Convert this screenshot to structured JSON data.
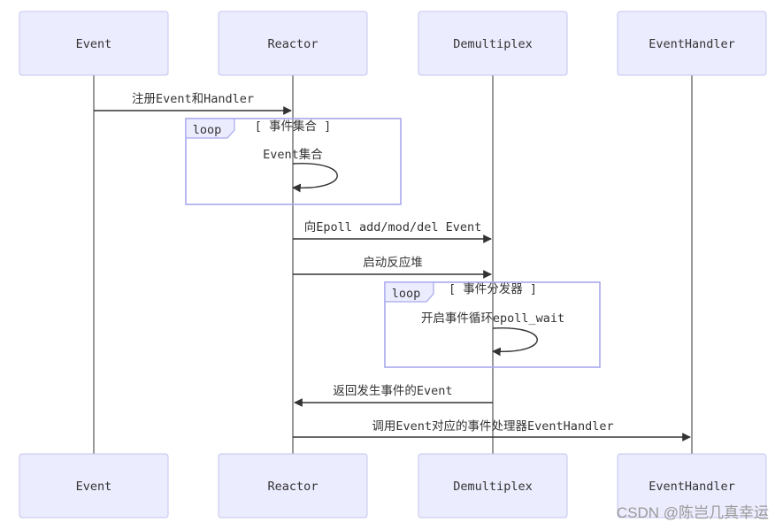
{
  "participants": [
    {
      "id": "event",
      "label": "Event"
    },
    {
      "id": "reactor",
      "label": "Reactor"
    },
    {
      "id": "demux",
      "label": "Demultiplex"
    },
    {
      "id": "handler",
      "label": "EventHandler"
    }
  ],
  "messages": [
    {
      "from": "event",
      "to": "reactor",
      "label": "注册Event和Handler"
    },
    {
      "from": "reactor",
      "to": "demux",
      "label": "向Epoll add/mod/del Event"
    },
    {
      "from": "reactor",
      "to": "demux",
      "label": "启动反应堆"
    },
    {
      "from": "demux",
      "to": "reactor",
      "label": "返回发生事件的Event"
    },
    {
      "from": "reactor",
      "to": "handler",
      "label": "调用Event对应的事件处理器EventHandler"
    }
  ],
  "loops": [
    {
      "tag": "loop",
      "title": "[ 事件集合 ]",
      "participant": "reactor",
      "self_message": "Event集合"
    },
    {
      "tag": "loop",
      "title": "[ 事件分发器 ]",
      "participant": "demux",
      "self_message": "开启事件循环epoll_wait"
    }
  ],
  "watermark": "CSDN @陈岂几真幸运",
  "colors": {
    "actor_fill": "#ececff",
    "actor_stroke": "#c3c3ef",
    "loop_stroke": "#a8a8ee",
    "line": "#333333"
  }
}
